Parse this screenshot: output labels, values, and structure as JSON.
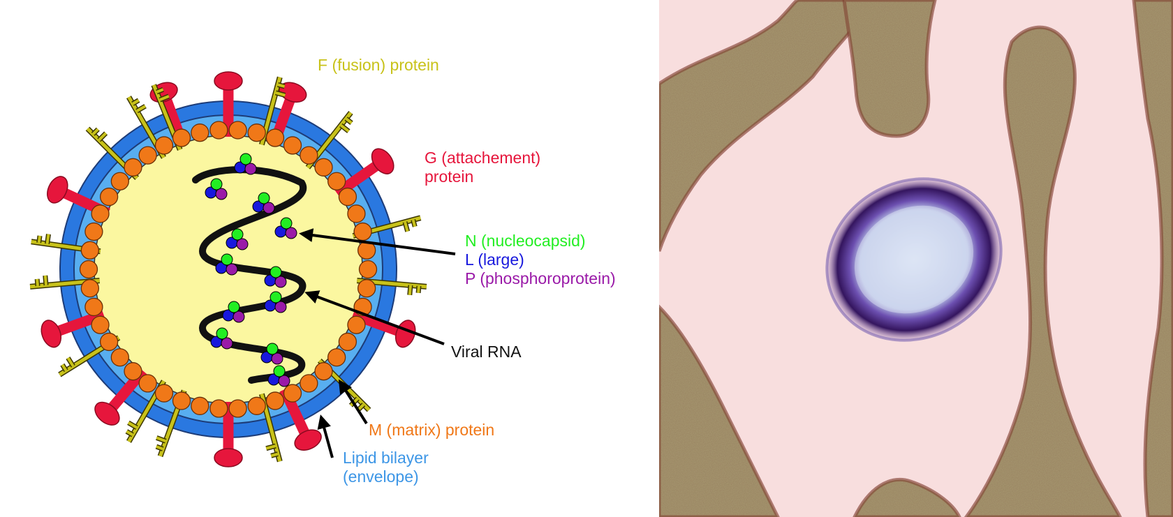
{
  "labels": {
    "fusion": "F (fusion) protein",
    "attach_line1": "G (attachement)",
    "attach_line2": "protein",
    "nucleocapsid": "N (nucleocapsid)",
    "large": "L (large)",
    "phospho": "P (phosphoroprotein)",
    "rna": "Viral RNA",
    "matrix": "M (matrix) protein",
    "lipid_line1": "Lipid bilayer",
    "lipid_line2": "(envelope)"
  },
  "colors": {
    "fusion": "#c8c21a",
    "attach": "#e6163c",
    "nucleocapsid": "#22ee22",
    "large": "#1818dd",
    "phospho": "#9a1aa8",
    "rna": "#111111",
    "matrix": "#f07818",
    "lipid": "#3d96e6",
    "outer_envelope": "#2a78e0",
    "inner_envelope": "#58aef0",
    "core": "#fbf7a0",
    "micrograph_bg": "#f8dede",
    "micrograph_cell": "#a89a72",
    "micrograph_virion": "#3c1870",
    "micrograph_virion_core": "#c8d6ee"
  }
}
